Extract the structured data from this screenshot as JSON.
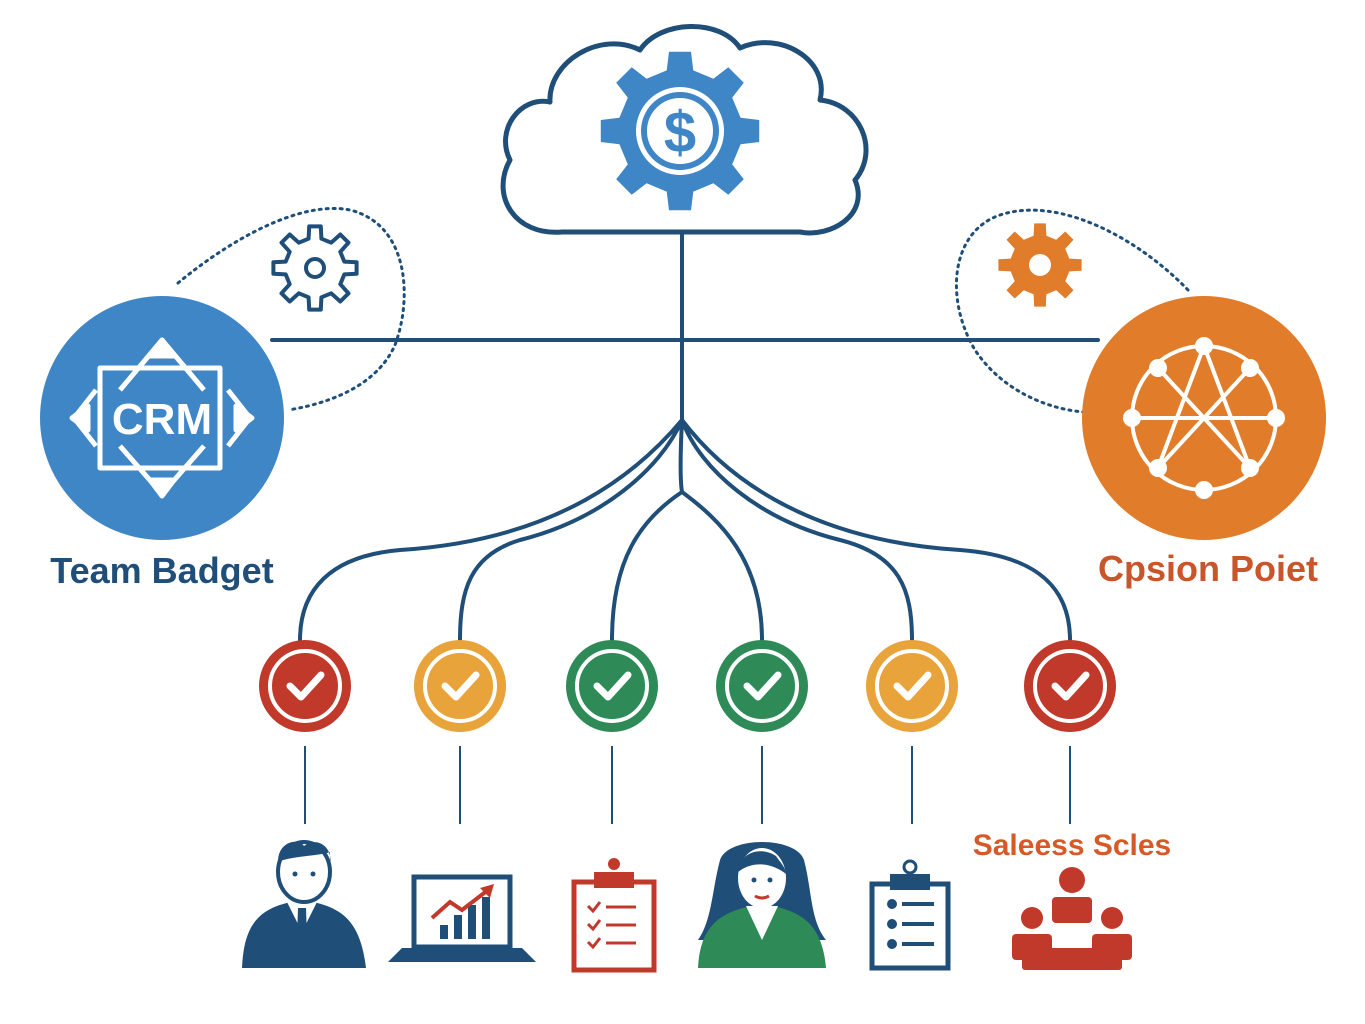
{
  "colors": {
    "navy": "#1f4e79",
    "blue": "#3f86c6",
    "orange": "#e07c2a",
    "red": "#c0392b",
    "amber": "#e8a33a",
    "green": "#2e8b57",
    "text_orange": "#d65a28"
  },
  "hub": {
    "icon": "dollar-gear-cloud-icon",
    "symbol": "$"
  },
  "left_node": {
    "icon": "crm-icon",
    "emblem_text": "CRM",
    "label": "Team Badget",
    "accessory_icon": "gear-outline-icon"
  },
  "right_node": {
    "icon": "network-icon",
    "label": "Cpsion Poiet",
    "accessory_icon": "gear-filled-icon"
  },
  "checkpoints": [
    {
      "status_color": "#c0392b",
      "icon": "check-icon"
    },
    {
      "status_color": "#e8a33a",
      "icon": "check-icon"
    },
    {
      "status_color": "#2e8b57",
      "icon": "check-icon"
    },
    {
      "status_color": "#2e8b57",
      "icon": "check-icon"
    },
    {
      "status_color": "#e8a33a",
      "icon": "check-icon"
    },
    {
      "status_color": "#c0392b",
      "icon": "check-icon"
    }
  ],
  "people": [
    {
      "icon": "businessman-icon",
      "label": ""
    },
    {
      "icon": "laptop-chart-icon",
      "label": ""
    },
    {
      "icon": "clipboard-checklist-icon",
      "label": ""
    },
    {
      "icon": "businesswoman-icon",
      "label": ""
    },
    {
      "icon": "clipboard-list-icon",
      "label": ""
    },
    {
      "icon": "team-meeting-icon",
      "label": "Saleess Scles"
    }
  ]
}
